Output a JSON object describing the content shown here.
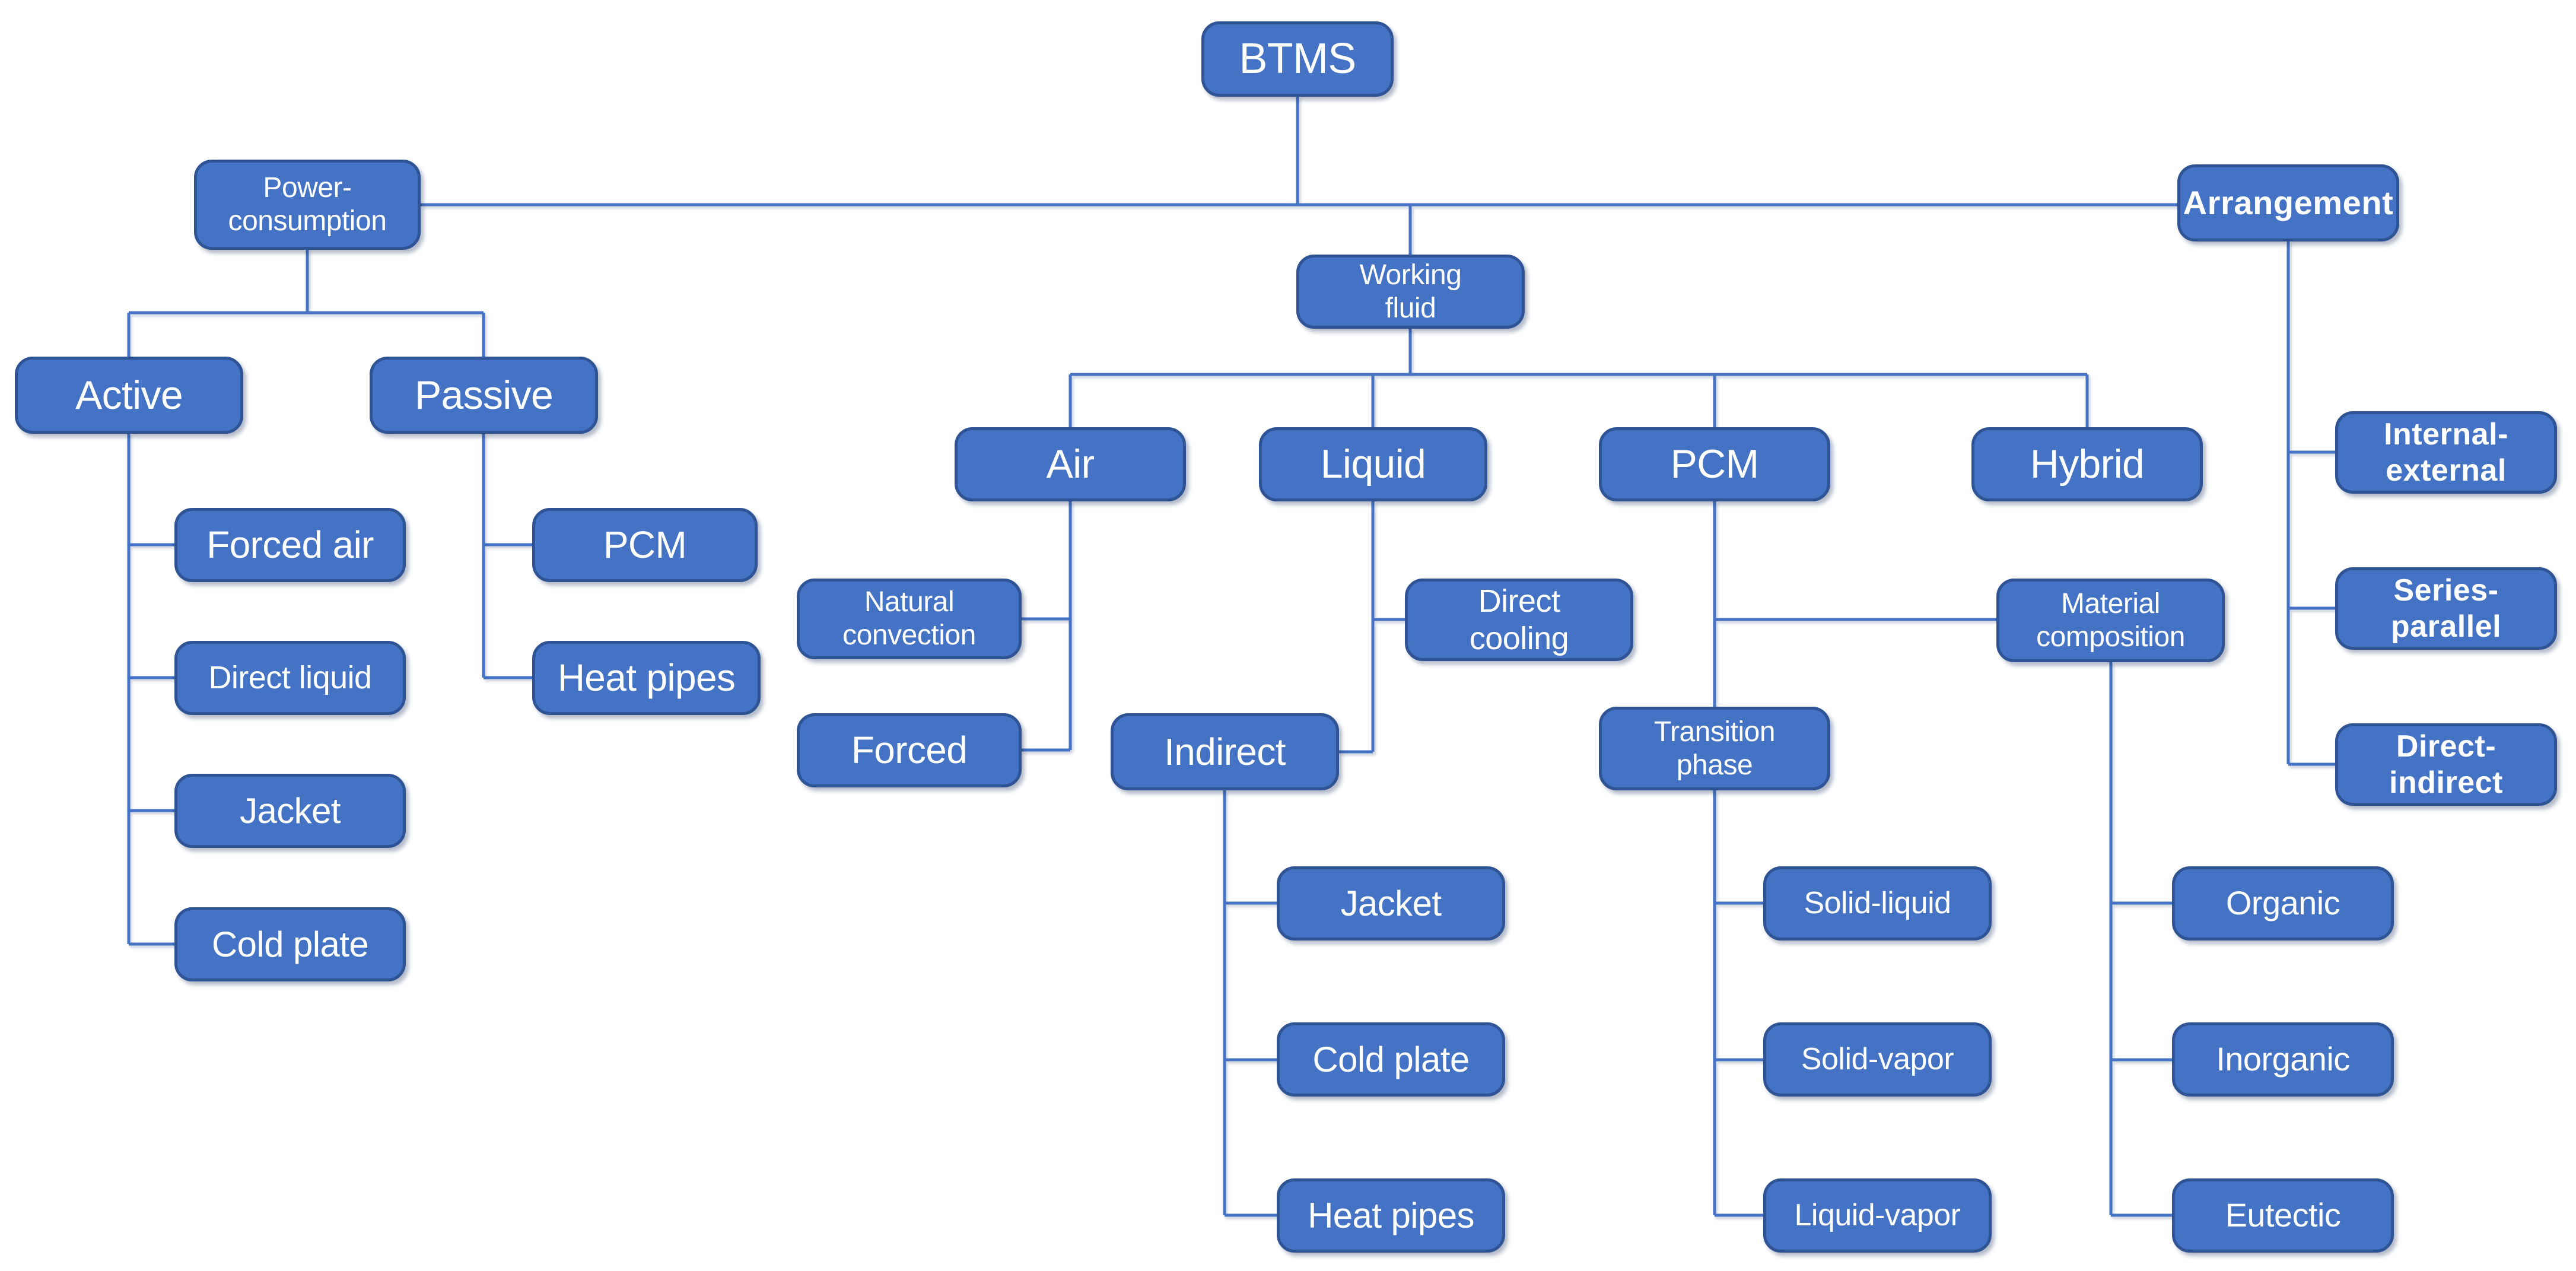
{
  "diagram_title": "BTMS classification tree",
  "colors": {
    "box_fill": "#4472C4",
    "box_border": "#2F5496",
    "connector": "#4472C4",
    "text": "#FFFFFF",
    "background": "#FFFFFF"
  },
  "nodes": {
    "btms": {
      "label": "BTMS"
    },
    "power_consumption": {
      "label": "Power-\nconsumption"
    },
    "working_fluid": {
      "label": "Working\nfluid"
    },
    "arrangement": {
      "label": "Arrangement"
    },
    "active": {
      "label": "Active"
    },
    "passive": {
      "label": "Passive"
    },
    "forced_air": {
      "label": "Forced air"
    },
    "direct_liquid": {
      "label": "Direct liquid"
    },
    "jacket_active": {
      "label": "Jacket"
    },
    "cold_plate_active": {
      "label": "Cold plate"
    },
    "pcm_passive": {
      "label": "PCM"
    },
    "heat_pipes_passive": {
      "label": "Heat pipes"
    },
    "air": {
      "label": "Air"
    },
    "liquid": {
      "label": "Liquid"
    },
    "pcm_working_fluid": {
      "label": "PCM"
    },
    "hybrid": {
      "label": "Hybrid"
    },
    "natural_convection": {
      "label": "Natural\nconvection"
    },
    "forced": {
      "label": "Forced"
    },
    "direct_cooling": {
      "label": "Direct\ncooling"
    },
    "indirect": {
      "label": "Indirect"
    },
    "jacket_indirect": {
      "label": "Jacket"
    },
    "cold_plate_indirect": {
      "label": "Cold plate"
    },
    "heat_pipes_indirect": {
      "label": "Heat pipes"
    },
    "transition_phase": {
      "label": "Transition\nphase"
    },
    "material_composition": {
      "label": "Material\ncomposition"
    },
    "solid_liquid": {
      "label": "Solid-liquid"
    },
    "solid_vapor": {
      "label": "Solid-vapor"
    },
    "liquid_vapor": {
      "label": "Liquid-vapor"
    },
    "internal_external": {
      "label": "Internal-\nexternal"
    },
    "series_parallel": {
      "label": "Series-\nparallel"
    },
    "direct_indirect": {
      "label": "Direct-\nindirect"
    },
    "organic": {
      "label": "Organic"
    },
    "inorganic": {
      "label": "Inorganic"
    },
    "eutectic": {
      "label": "Eutectic"
    }
  },
  "edges": [
    [
      "btms",
      "power_consumption"
    ],
    [
      "btms",
      "working_fluid"
    ],
    [
      "btms",
      "arrangement"
    ],
    [
      "power_consumption",
      "active"
    ],
    [
      "power_consumption",
      "passive"
    ],
    [
      "active",
      "forced_air"
    ],
    [
      "active",
      "direct_liquid"
    ],
    [
      "active",
      "jacket_active"
    ],
    [
      "active",
      "cold_plate_active"
    ],
    [
      "passive",
      "pcm_passive"
    ],
    [
      "passive",
      "heat_pipes_passive"
    ],
    [
      "working_fluid",
      "air"
    ],
    [
      "working_fluid",
      "liquid"
    ],
    [
      "working_fluid",
      "pcm_working_fluid"
    ],
    [
      "working_fluid",
      "hybrid"
    ],
    [
      "air",
      "natural_convection"
    ],
    [
      "air",
      "forced"
    ],
    [
      "liquid",
      "direct_cooling"
    ],
    [
      "liquid",
      "indirect"
    ],
    [
      "indirect",
      "jacket_indirect"
    ],
    [
      "indirect",
      "cold_plate_indirect"
    ],
    [
      "indirect",
      "heat_pipes_indirect"
    ],
    [
      "pcm_working_fluid",
      "transition_phase"
    ],
    [
      "pcm_working_fluid",
      "material_composition"
    ],
    [
      "transition_phase",
      "solid_liquid"
    ],
    [
      "transition_phase",
      "solid_vapor"
    ],
    [
      "transition_phase",
      "liquid_vapor"
    ],
    [
      "material_composition",
      "organic"
    ],
    [
      "material_composition",
      "inorganic"
    ],
    [
      "material_composition",
      "eutectic"
    ],
    [
      "arrangement",
      "internal_external"
    ],
    [
      "arrangement",
      "series_parallel"
    ],
    [
      "arrangement",
      "direct_indirect"
    ]
  ]
}
